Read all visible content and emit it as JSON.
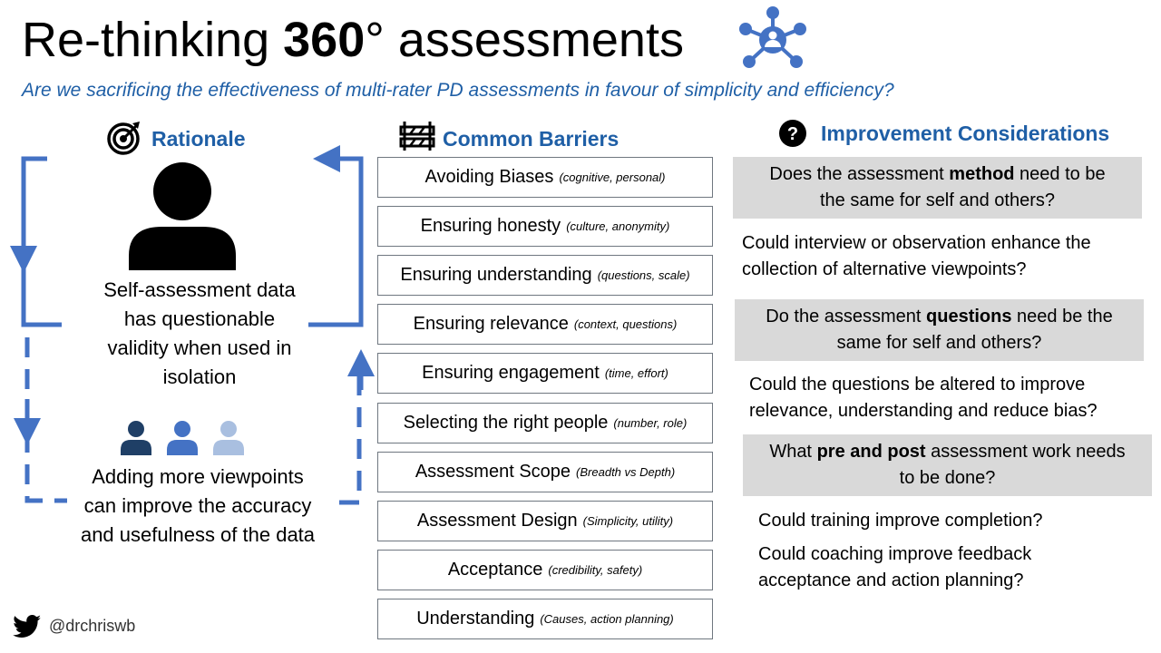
{
  "title": {
    "pre": "Re-thinking ",
    "bold": "360",
    "post": "° assessments"
  },
  "subtitle": "Are we sacrificing the effectiveness of multi-rater PD assessments in favour of simplicity and efficiency?",
  "rationale": {
    "heading": "Rationale",
    "self_text": [
      "Self-assessment data",
      "has questionable",
      "validity when used in",
      "isolation"
    ],
    "more_text": [
      "Adding more viewpoints",
      "can improve the accuracy",
      "and usefulness of the data"
    ],
    "people_colors": [
      "#1f3f66",
      "#4472c4",
      "#a9bfe0"
    ]
  },
  "barriers": {
    "heading": "Common Barriers",
    "items": [
      {
        "label": "Avoiding Biases",
        "detail": "(cognitive, personal)"
      },
      {
        "label": "Ensuring honesty",
        "detail": "(culture, anonymity)"
      },
      {
        "label": "Ensuring understanding",
        "detail": "(questions, scale)"
      },
      {
        "label": "Ensuring relevance",
        "detail": "(context, questions)"
      },
      {
        "label": "Ensuring engagement",
        "detail": "(time, effort)"
      },
      {
        "label": "Selecting the right people",
        "detail": "(number, role)"
      },
      {
        "label": "Assessment Scope",
        "detail": "(Breadth vs Depth)"
      },
      {
        "label": "Assessment Design",
        "detail": "(Simplicity, utility)"
      },
      {
        "label": "Acceptance",
        "detail": "(credibility, safety)"
      },
      {
        "label": "Understanding",
        "detail": "(Causes, action planning)"
      }
    ]
  },
  "improvements": {
    "heading": "Improvement Considerations",
    "q1": {
      "a": "Does the assessment ",
      "b": "method",
      "c": " need to be",
      "d": "the same for self and others?"
    },
    "p1": [
      "Could interview or observation enhance the",
      "collection of alternative viewpoints?"
    ],
    "q2": {
      "a": "Do the assessment ",
      "b": "questions",
      "c": " need be the",
      "d": "same for self and others?"
    },
    "p2": [
      "Could the questions be altered to improve",
      "relevance, understanding and reduce bias?"
    ],
    "q3": {
      "a": "What ",
      "b": "pre and post",
      "c": " assessment work needs",
      "d": "to be done?"
    },
    "p3": [
      "Could training improve completion?"
    ],
    "p4": [
      "Could coaching improve feedback",
      "acceptance and action planning?"
    ]
  },
  "footer": {
    "handle": "@drchriswb"
  },
  "colors": {
    "accent": "#1f5fa6",
    "arrow": "#4472c4",
    "gray_box": "#d9d9d9"
  }
}
